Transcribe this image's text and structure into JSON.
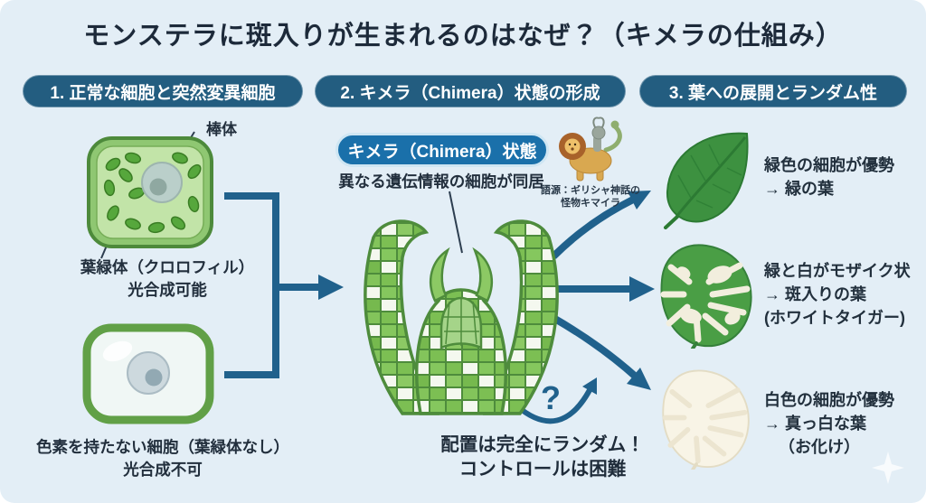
{
  "title": "モンステラに斑入りが生まれるのはなぜ？（キメラの仕組み）",
  "sections": [
    {
      "label": "1. 正常な細胞と突然変異細胞"
    },
    {
      "label": "2. キメラ（Chimera）状態の形成"
    },
    {
      "label": "3. 葉への展開とランダム性"
    }
  ],
  "left": {
    "normal_cell": {
      "nucleus_label": "棒体",
      "caption_line1": "葉緑体（クロロフィル）",
      "caption_line2": "光合成可能"
    },
    "mutant_cell": {
      "caption_line1": "色素を持たない細胞（葉緑体なし）",
      "caption_line2": "光合成不可"
    }
  },
  "middle": {
    "badge": "キメラ（Chimera）状態",
    "subtitle": "異なる遺伝情報の細胞が同居",
    "chimera_caption_line1": "語源：ギリシャ神話の",
    "chimera_caption_line2": "怪物キマイラ",
    "question_mark": "?",
    "random_line1": "配置は完全にランダム！",
    "random_line2": "コントロールは困難"
  },
  "right": {
    "outcomes": [
      {
        "line1": "緑色の細胞が優勢",
        "line2": "→ 緑の葉"
      },
      {
        "line1": "緑と白がモザイク状",
        "line2": "→ 斑入りの葉",
        "line3": "(ホワイトタイガー)"
      },
      {
        "line1": "白色の細胞が優勢",
        "line2": "→ 真っ白な葉",
        "line3": "（お化け）"
      }
    ]
  },
  "colors": {
    "bg": "#e3eef6",
    "text_dark": "#222f3d",
    "accent_blue": "#20618c",
    "header_bg": "#235d80",
    "badge_bg": "#1a70aa",
    "badge_border": "#cfe6f3",
    "cell_green_fill": "#8fc772",
    "cell_green_border": "#4d8a3b",
    "leaf_green": "#3d9140",
    "cream_leaf": "#f8f4e6"
  }
}
